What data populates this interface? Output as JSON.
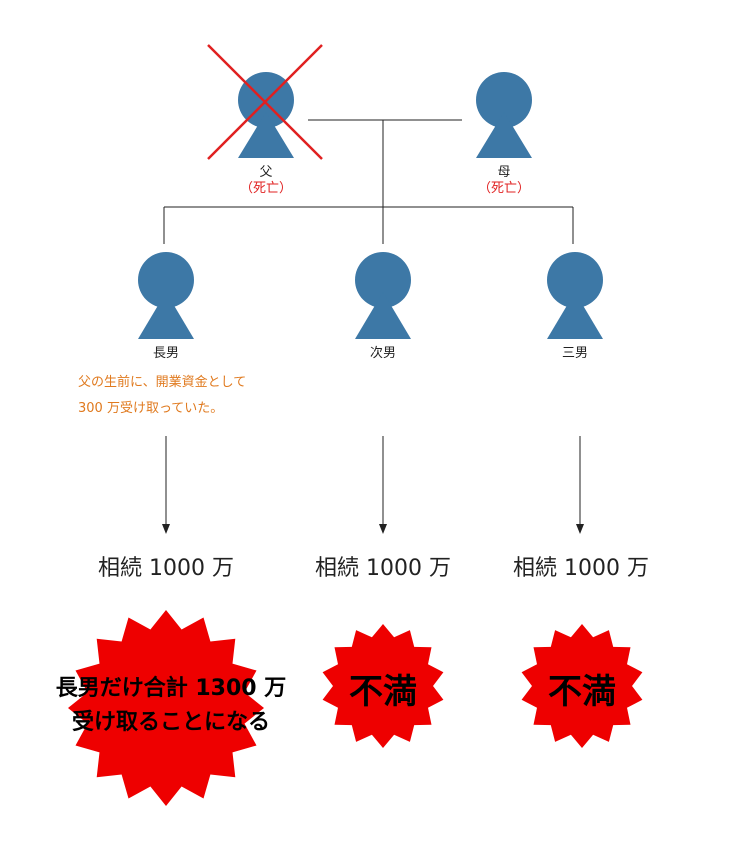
{
  "colors": {
    "person": "#3d78a6",
    "line": "#222222",
    "deceased": "#e02020",
    "note": "#e07a1f",
    "burst": "#ee0000"
  },
  "people": {
    "father": {
      "name": "父",
      "status": "（死亡）"
    },
    "mother": {
      "name": "母",
      "status": "（死亡）"
    },
    "eldest_son": {
      "name": "長男"
    },
    "second_son": {
      "name": "次男"
    },
    "third_son": {
      "name": "三男"
    }
  },
  "note": {
    "line1": "父の生前に、開業資金として",
    "line2": "300 万受け取っていた。"
  },
  "inheritance": {
    "eldest": "相続 1000 万",
    "second": "相続 1000 万",
    "third": "相続 1000 万"
  },
  "bursts": {
    "eldest_line1": "長男だけ合計 1300 万",
    "eldest_line2": "受け取ることになる",
    "second": "不満",
    "third": "不満"
  }
}
